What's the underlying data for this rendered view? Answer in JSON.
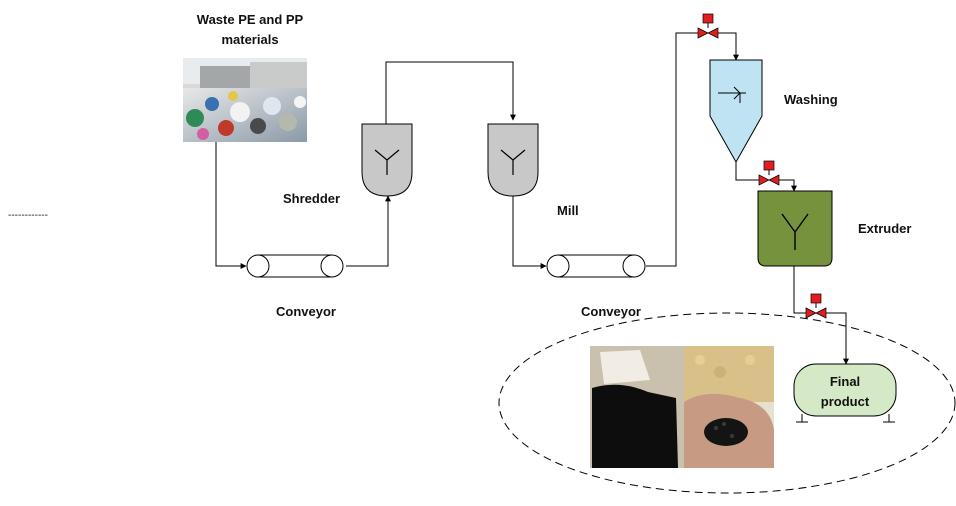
{
  "labels": {
    "waste_line1": "Waste PE and PP",
    "waste_line2": "materials",
    "shredder": "Shredder",
    "mill": "Mill",
    "conveyor_1": "Conveyor",
    "conveyor_2": "Conveyor",
    "washing": "Washing",
    "extruder": "Extruder",
    "final_line1": "Final",
    "final_line2": "product",
    "dashes": "------------"
  },
  "colors": {
    "hopper_fill": "#c8c8c8",
    "washing_fill": "#bfe3f2",
    "extruder_fill": "#76923c",
    "final_fill": "#d6e9c6",
    "valve_red": "#e02020",
    "line": "#000000"
  },
  "icons": {
    "waste_photo": "waste-plastics-photo",
    "product_photo": "plastic-pellets-photo",
    "valve": "valve-icon",
    "conveyor": "belt-conveyor-icon"
  }
}
